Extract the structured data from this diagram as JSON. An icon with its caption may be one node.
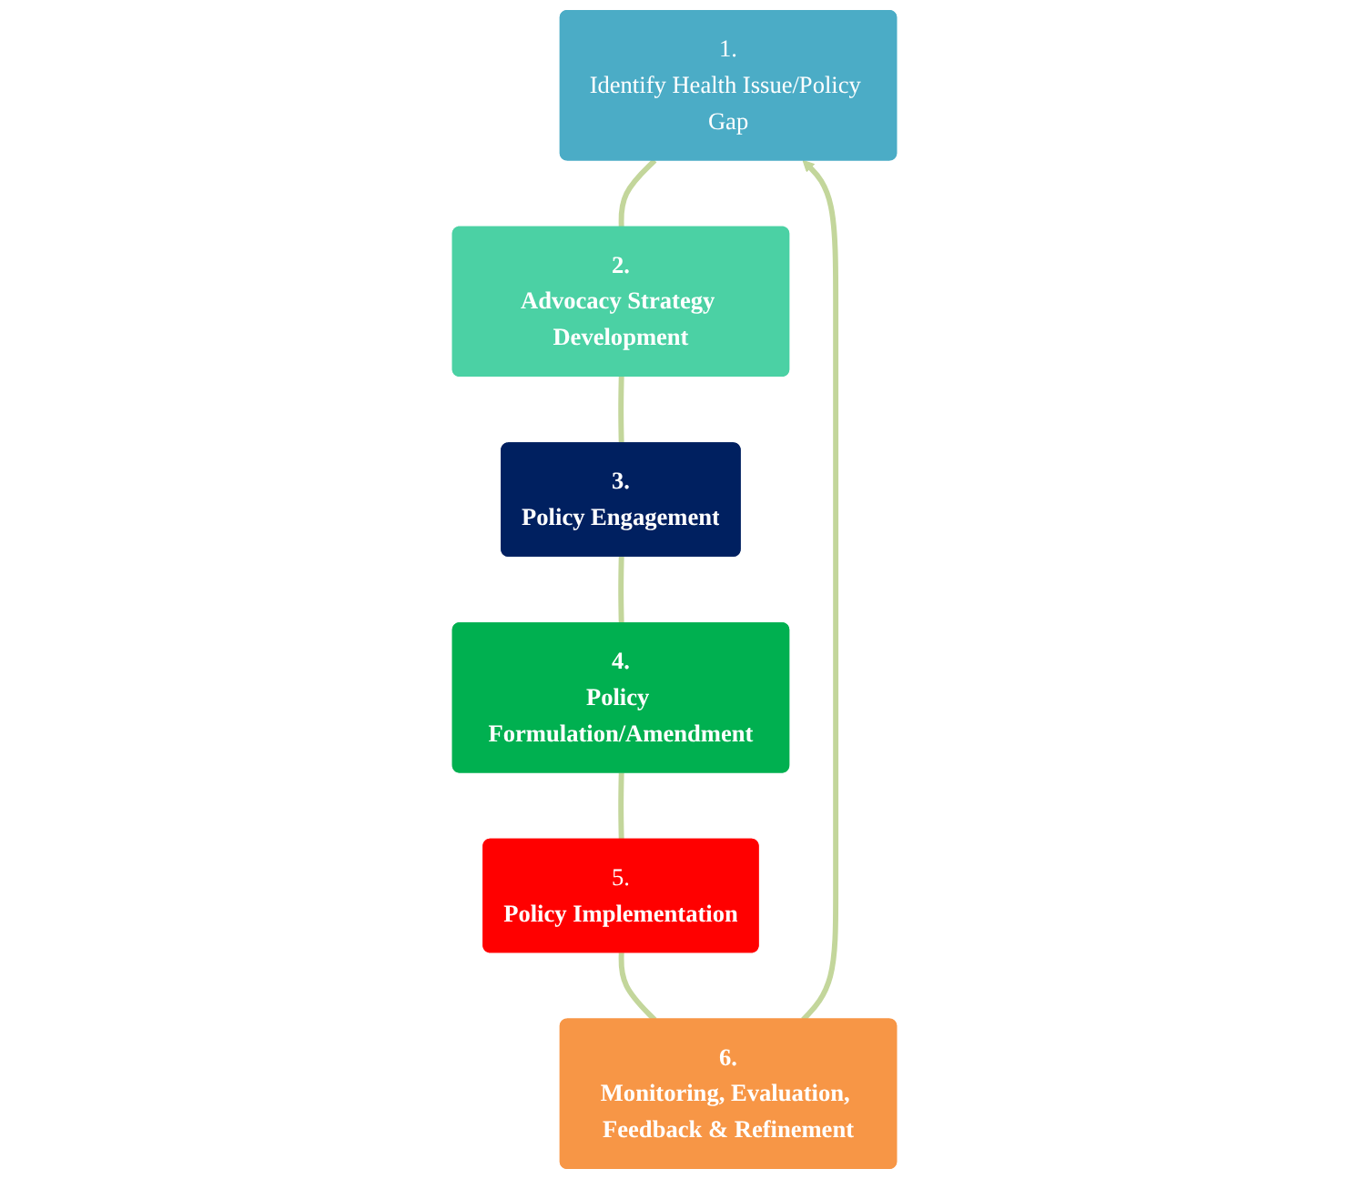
{
  "diagram": {
    "nodes": [
      {
        "text": [
          "1.",
          "Identify Health Issue/Policy Gap"
        ]
      },
      {
        "text": [
          "2.",
          "Advocacy Strategy Development"
        ]
      },
      {
        "text": [
          "3.",
          "Policy Engagement"
        ]
      },
      {
        "text": [
          "4.",
          "Policy Formulation/Amendment"
        ]
      },
      {
        "text": [
          "5.",
          "Policy Implementation"
        ]
      },
      {
        "text": [
          "6.",
          "Monitoring, Evaluation, Feedback & Refinement"
        ]
      }
    ],
    "edges": [
      {
        "from": 0,
        "to": 1,
        "arrow": "none"
      },
      {
        "from": 1,
        "to": 2,
        "arrow": "none"
      },
      {
        "from": 2,
        "to": 3,
        "arrow": "none"
      },
      {
        "from": 3,
        "to": 4,
        "arrow": "none"
      },
      {
        "from": 4,
        "to": 5,
        "arrow": "none"
      },
      {
        "from": 5,
        "to": 0,
        "arrow": "to"
      }
    ]
  }
}
